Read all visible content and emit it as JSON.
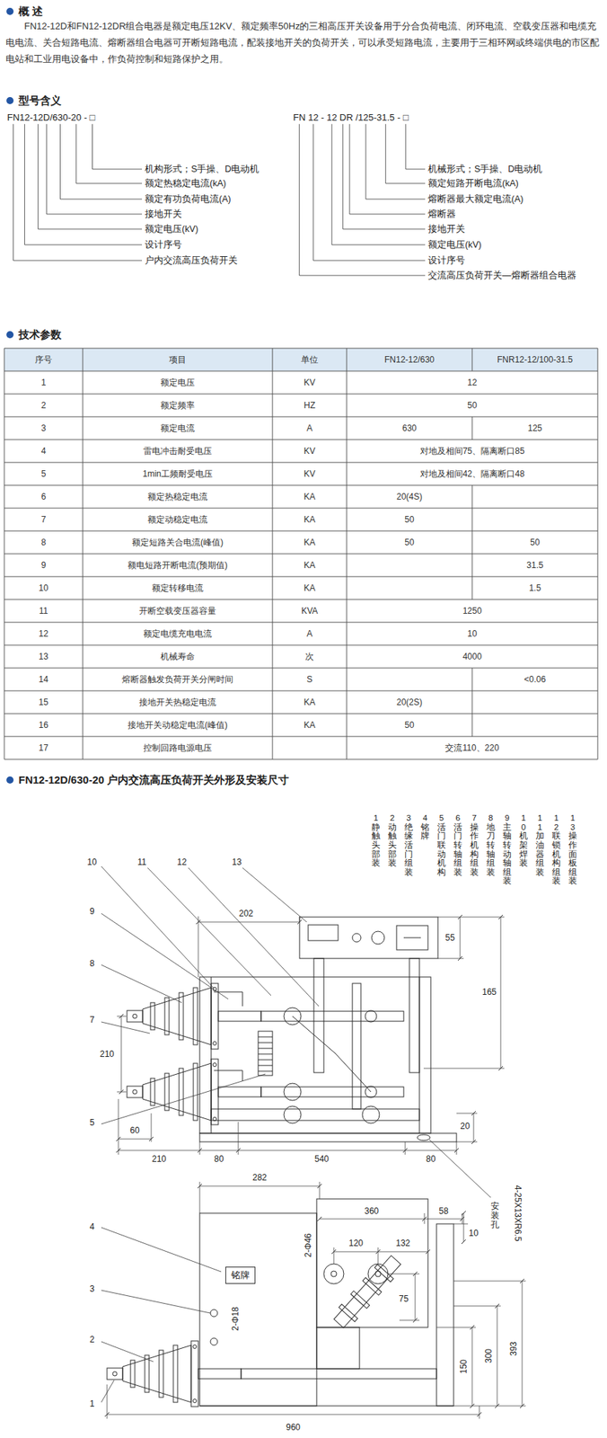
{
  "diagram": {
    "nodes": [
      {
        "text": [
          "铭牌"
        ]
      }
    ],
    "labels": [
      "概 述",
      "FN12-12D和FN12-12DR组合电器是额定电压12KV、额定频率50Hz的三相高压开关设备用于分合负荷电流、闭环电流、空载变压器和电缆充电电流、关合短路电流、熔断器组合电器可开断短路电流，配装接地开关的负荷开关，可以承受短路电流，主要用于三相环网或终端供电的市区配电站和工业用电设备中，作负荷控制和短路保护之用。",
      "型号含义",
      "FN12-12D/630-20 - □",
      "机构形式；S手操、D电动机",
      "额定热稳定电流(kA)",
      "额定有功负荷电流(A)",
      "接地开关",
      "额定电压(kV)",
      "设计序号",
      "户内交流高压负荷开关",
      "FN 12 - 12 DR /125-31.5 - □",
      "机械形式；S手操、D电动机",
      "额定短路开断电流(kA)",
      "熔断器最大额定电流(A)",
      "熔断器",
      "接地开关",
      "额定电压(kV)",
      "设计序号",
      "交流高压负荷开关—熔断器组合电器",
      "技术参数",
      "序号",
      "项目",
      "单位",
      "FN12-12/630",
      "FNR12-12/100-31.5",
      "1",
      "额定电压",
      "KV",
      "12",
      "2",
      "额定频率",
      "HZ",
      "50",
      "3",
      "额定电流",
      "A",
      "630",
      "125",
      "4",
      "雷电冲击耐受电压",
      "KV",
      "对地及相间75、隔离断口85",
      "5",
      "1min工频耐受电压",
      "KV",
      "对地及相间42、隔离断口48",
      "6",
      "额定热稳定电流",
      "KA",
      "20(4S)",
      "7",
      "额定动稳定电流",
      "KA",
      "50",
      "8",
      "额定短路关合电流(峰值)",
      "KA",
      "50",
      "50",
      "9",
      "额电短路开断电流(预期值)",
      "KA",
      "31.5",
      "10",
      "额定转移电流",
      "KA",
      "1.5",
      "11",
      "开断空载变压器容量",
      "KVA",
      "1250",
      "12",
      "额定电缆充电电流",
      "A",
      "10",
      "13",
      "机械寿命",
      "次",
      "4000",
      "14",
      "熔断器触发负荷开关分闸时间",
      "S",
      "<0.06",
      "15",
      "接地开关热稳定电流",
      "KA",
      "20(2S)",
      "16",
      "接地开关动稳定电流(峰值)",
      "KA",
      "50",
      "17",
      "控制回路电源电压",
      "交流110、220",
      "FN12-12D/630-20 户内交流高压负荷开关外形及安装尺寸",
      "1 静触头部装",
      "2 动触头部装",
      "3 绝缘活门组装",
      "4 铭牌",
      "5 活门联动机构",
      "6 活门转轴组装",
      "7 操作机构组装",
      "8 地刀转轴组装",
      "9 主轴转动轴组装",
      "10 机架焊装",
      "11 加油器组装",
      "12 联锁机构组装",
      "13 操作面板组装",
      "10",
      "11",
      "12",
      "13",
      "9",
      "8",
      "7",
      "5",
      "202",
      "55",
      "165",
      "210",
      "20",
      "60",
      "210",
      "80",
      "540",
      "80",
      "282",
      "360",
      "58",
      "2-Φ46",
      "120",
      "132",
      "75",
      "10",
      "2-Φ18",
      "150",
      "300",
      "393",
      "960",
      "安装孔",
      "4-25X13XR6.5",
      "4",
      "3",
      "2",
      "1"
    ]
  }
}
